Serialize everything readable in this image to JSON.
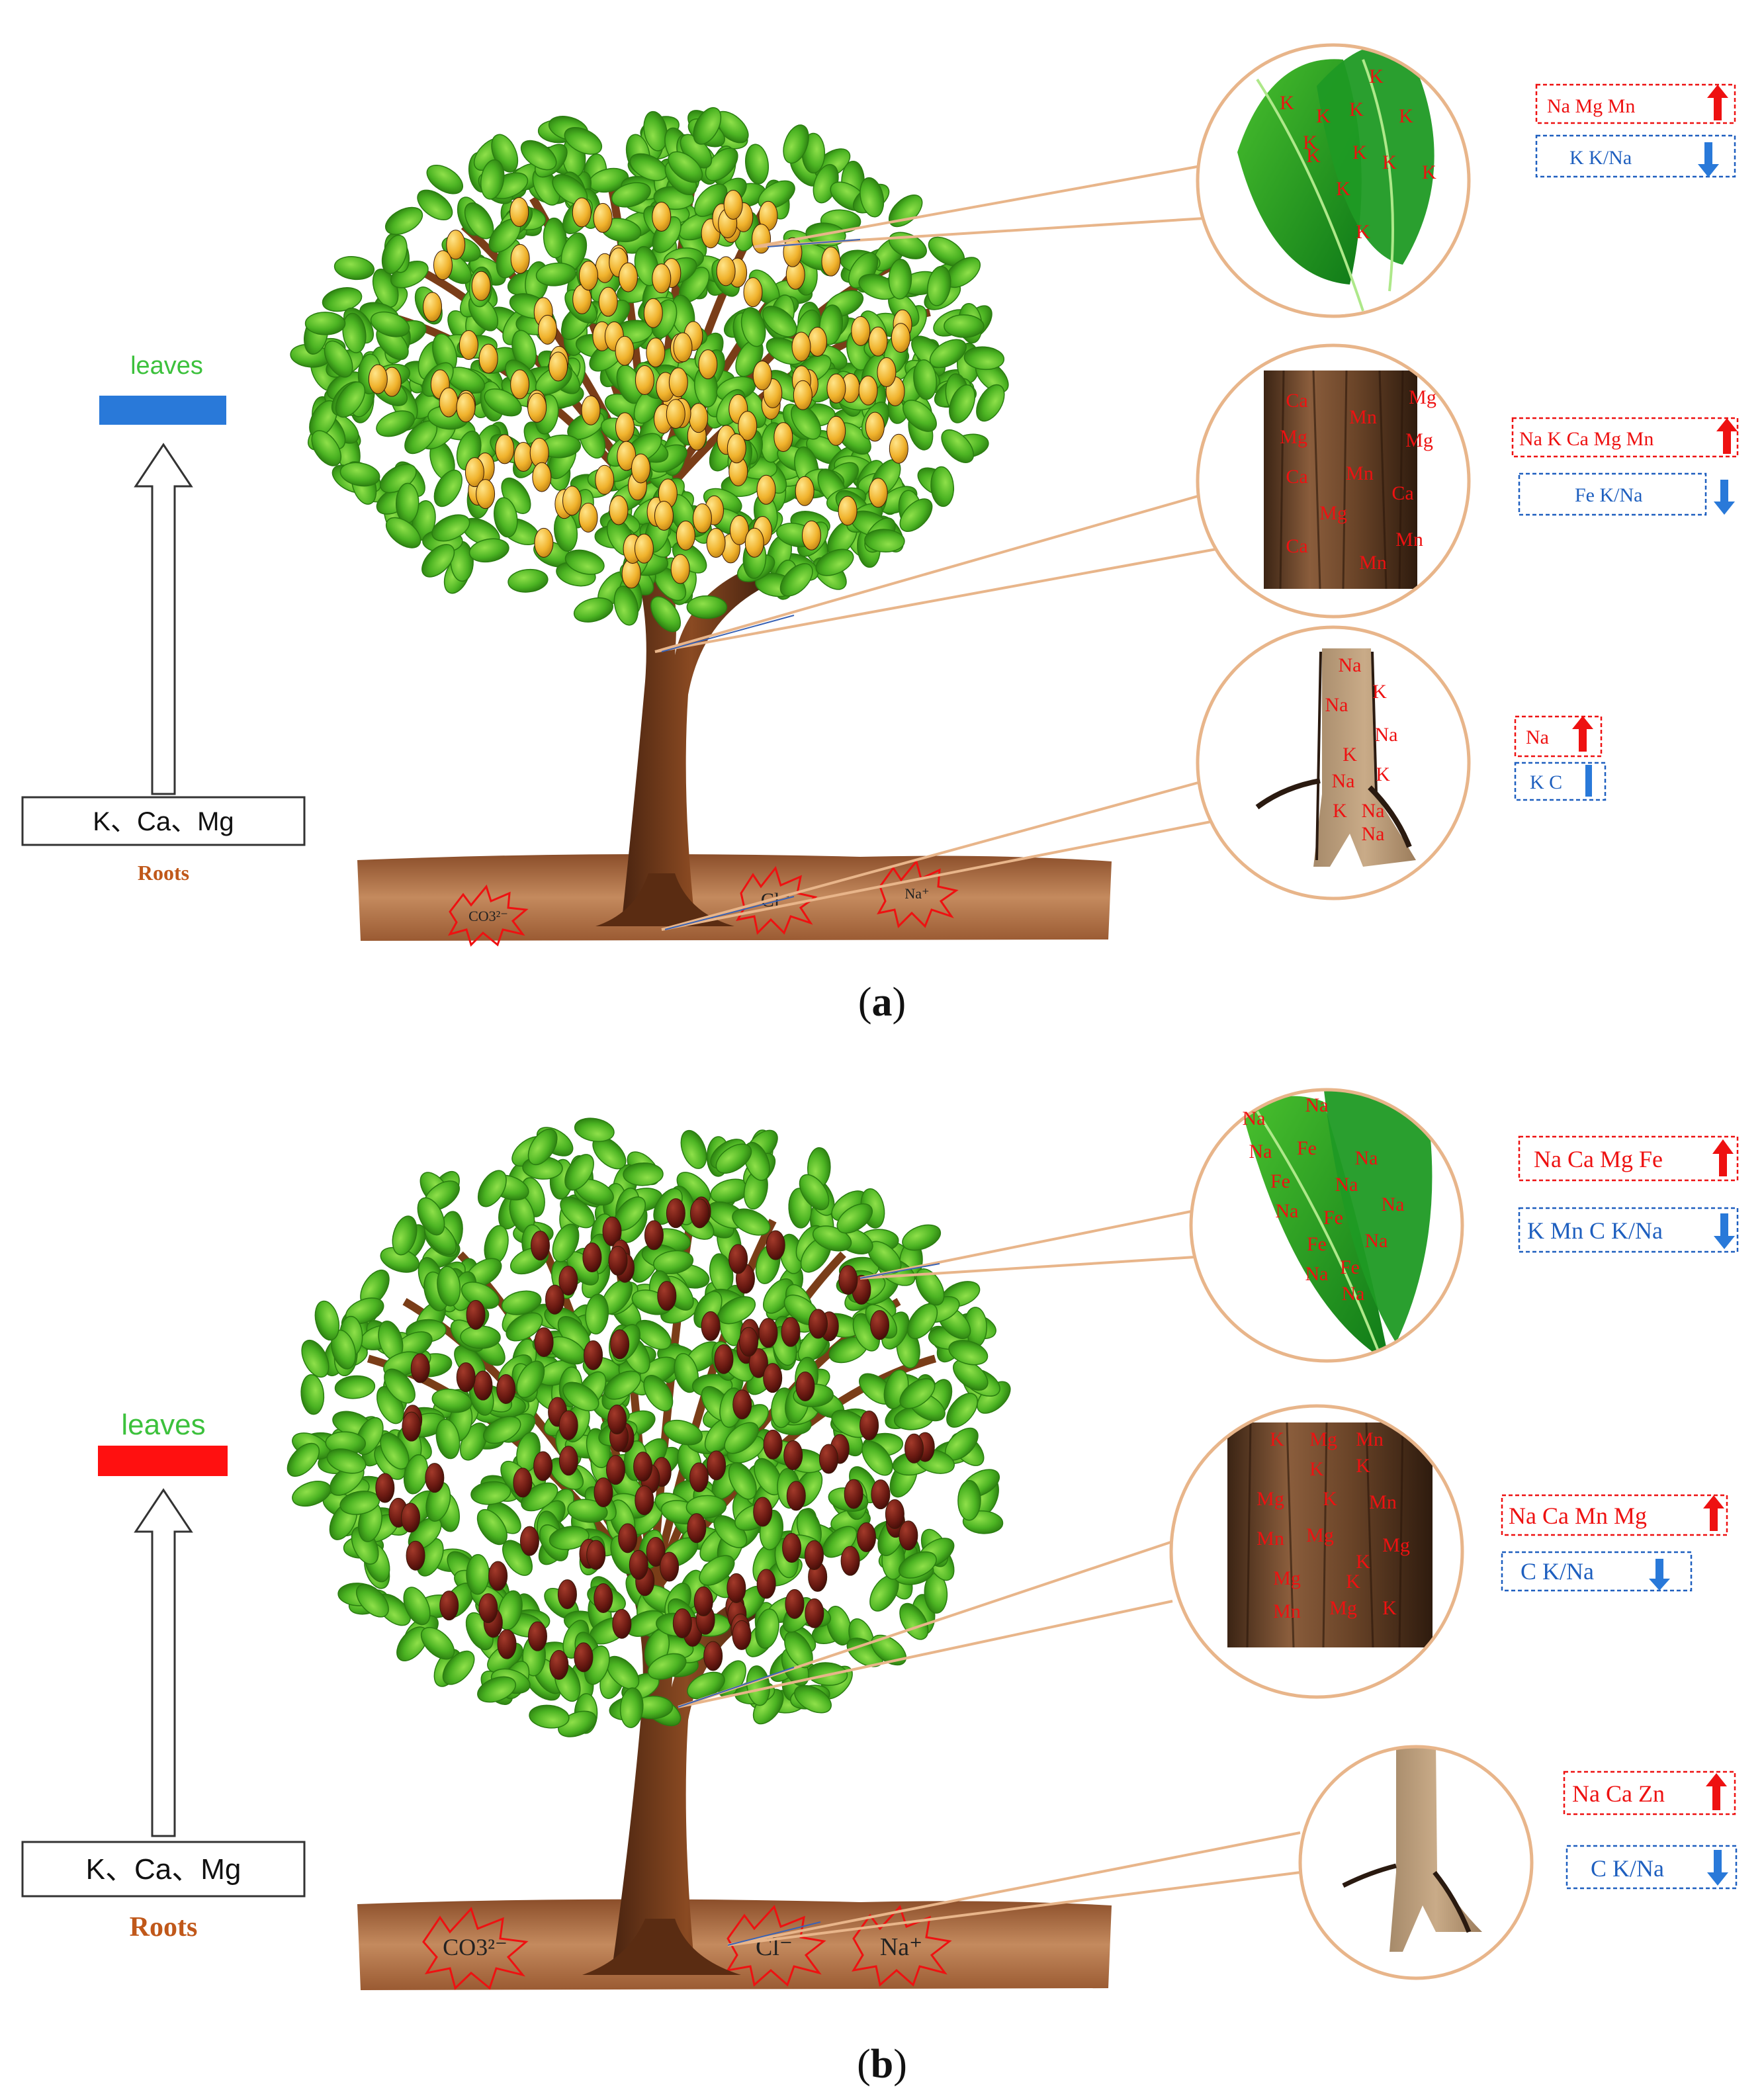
{
  "colors": {
    "enriched": "#ee1111",
    "depleted": "#1e5fbf",
    "leaf": "#5cbf2a",
    "leaf_dark": "#2d8a12",
    "trunk": "#6b3518",
    "soil": "#b5754c",
    "fruit_a": "#f2b632",
    "fruit_b": "#6b1a12",
    "circle_border": "#e8b58a",
    "leaves_bar_a": "#2979d9",
    "leaves_bar_b": "#ff1010",
    "roots_label": "#c0581a",
    "leaves_label": "#3cc13c"
  },
  "panels": [
    {
      "caption": "a",
      "left_flow": {
        "top_label": "leaves",
        "bottom_box": "K、Ca、Mg",
        "bottom_label": "Roots"
      },
      "soil_ions": [
        "CO3²⁻",
        "Cl⁻",
        "Na⁺"
      ],
      "leaf_zoom": {
        "tokens": [
          "K",
          "K",
          "K",
          "K",
          "K",
          "K",
          "K",
          "K",
          "K",
          "K",
          "K",
          "K"
        ],
        "up_box": "Na   Mg   Mn",
        "down_box": "K     K/Na"
      },
      "stem_zoom": {
        "tokens": [
          "Ca",
          "Mn",
          "Mg",
          "Mg",
          "Mg",
          "Ca",
          "Mn",
          "Ca",
          "Mg",
          "Ca",
          "Mn",
          "Mn"
        ],
        "up_box": "Na  K   Ca  Mg  Mn",
        "down_box": "Fe     K/Na"
      },
      "root_zoom": {
        "tokens": [
          "Na",
          "Na",
          "K",
          "Na",
          "Na",
          "K",
          "K",
          "Na",
          "K",
          "Na"
        ],
        "up_box": "Na",
        "down_box": "K   C"
      }
    },
    {
      "caption": "b",
      "left_flow": {
        "top_label": "leaves",
        "bottom_box": "K、Ca、Mg",
        "bottom_label": "Roots"
      },
      "soil_ions": [
        "CO3²⁻",
        "Cl⁻",
        "Na⁺"
      ],
      "leaf_zoom": {
        "tokens": [
          "Na",
          "Na",
          "Na",
          "Fe",
          "Na",
          "Fe",
          "Na",
          "Na",
          "Fe",
          "Na",
          "Fe",
          "Na",
          "Fe",
          "Na",
          "Na"
        ],
        "up_box": "Na Ca  Mg Fe",
        "down_box": "K Mn C K/Na"
      },
      "stem_zoom": {
        "tokens": [
          "K",
          "Mg",
          "Mn",
          "K",
          "K",
          "Mg",
          "K",
          "Mn",
          "Mn",
          "Mg",
          "K",
          "Mg",
          "Mg",
          "K",
          "Mn",
          "Mg",
          "K"
        ],
        "up_box": "Na Ca Mn  Mg",
        "down_box": "C    K/Na"
      },
      "root_zoom": {
        "tokens": [],
        "up_box": "Na Ca  Zn",
        "down_box": "C K/Na"
      }
    }
  ]
}
